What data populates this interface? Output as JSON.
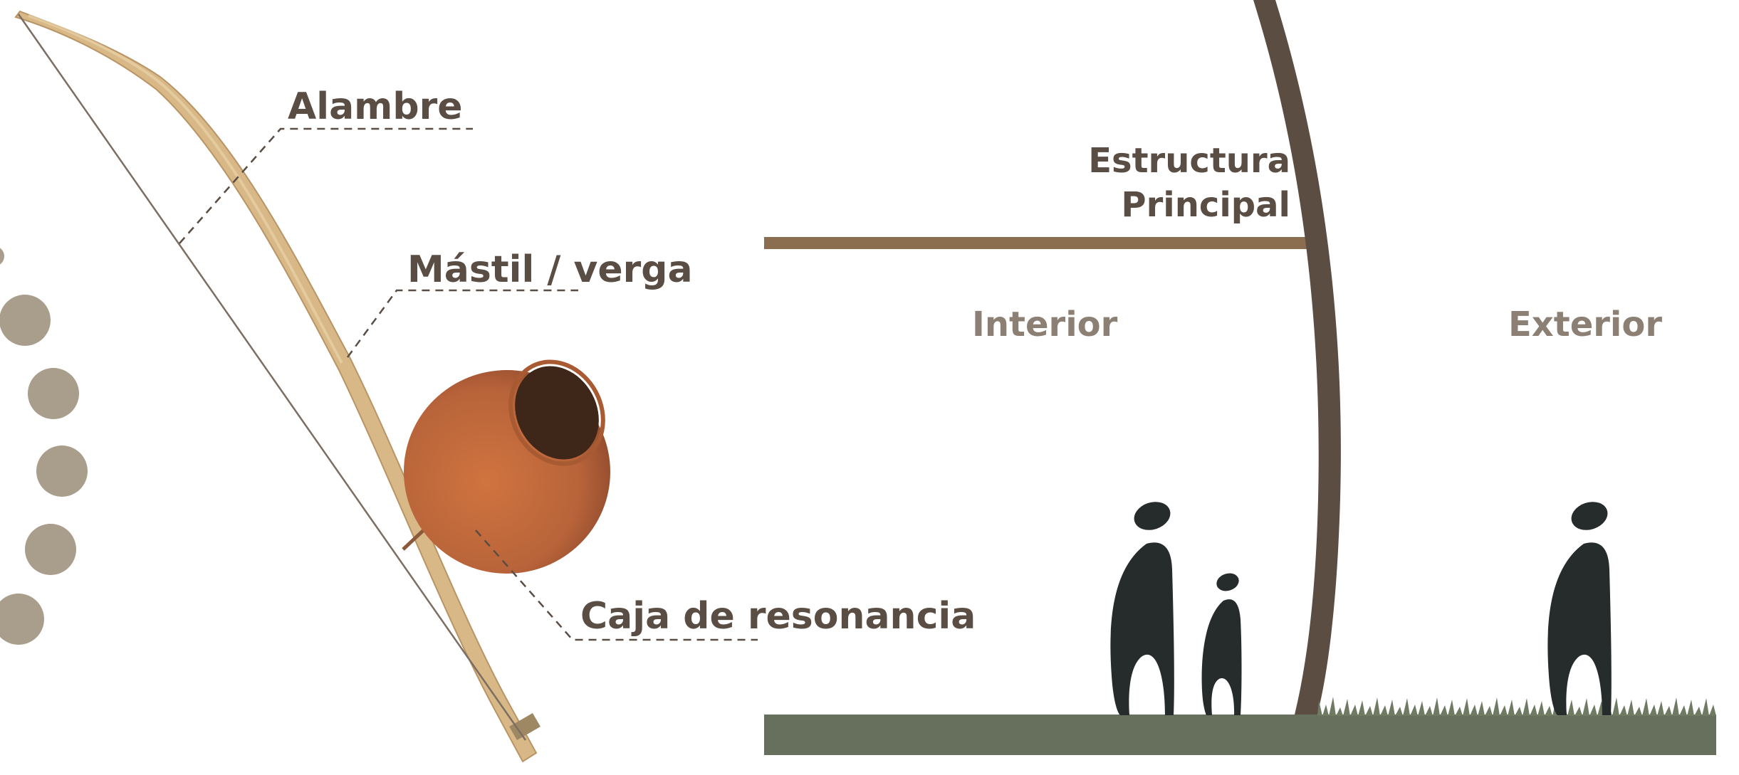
{
  "instrument": {
    "labels": {
      "wire": "Alambre",
      "neck": "Mástil / verga",
      "resonator": "Caja de resonancia"
    }
  },
  "section": {
    "structure_label_line1": "Estructura",
    "structure_label_line2": "Principal",
    "interior_label": "Interior",
    "exterior_label": "Exterior"
  },
  "colors": {
    "label_text": "#5a4d44",
    "zone_text": "#8c7f74",
    "wood": "#d8b887",
    "gourd": "#c0683a",
    "structure": "#5b4d41",
    "beam": "#8b6e50",
    "ground": "#67705c",
    "grass": "#6f7a63",
    "figures": "#262b2c",
    "dots": "#a99d8b"
  }
}
